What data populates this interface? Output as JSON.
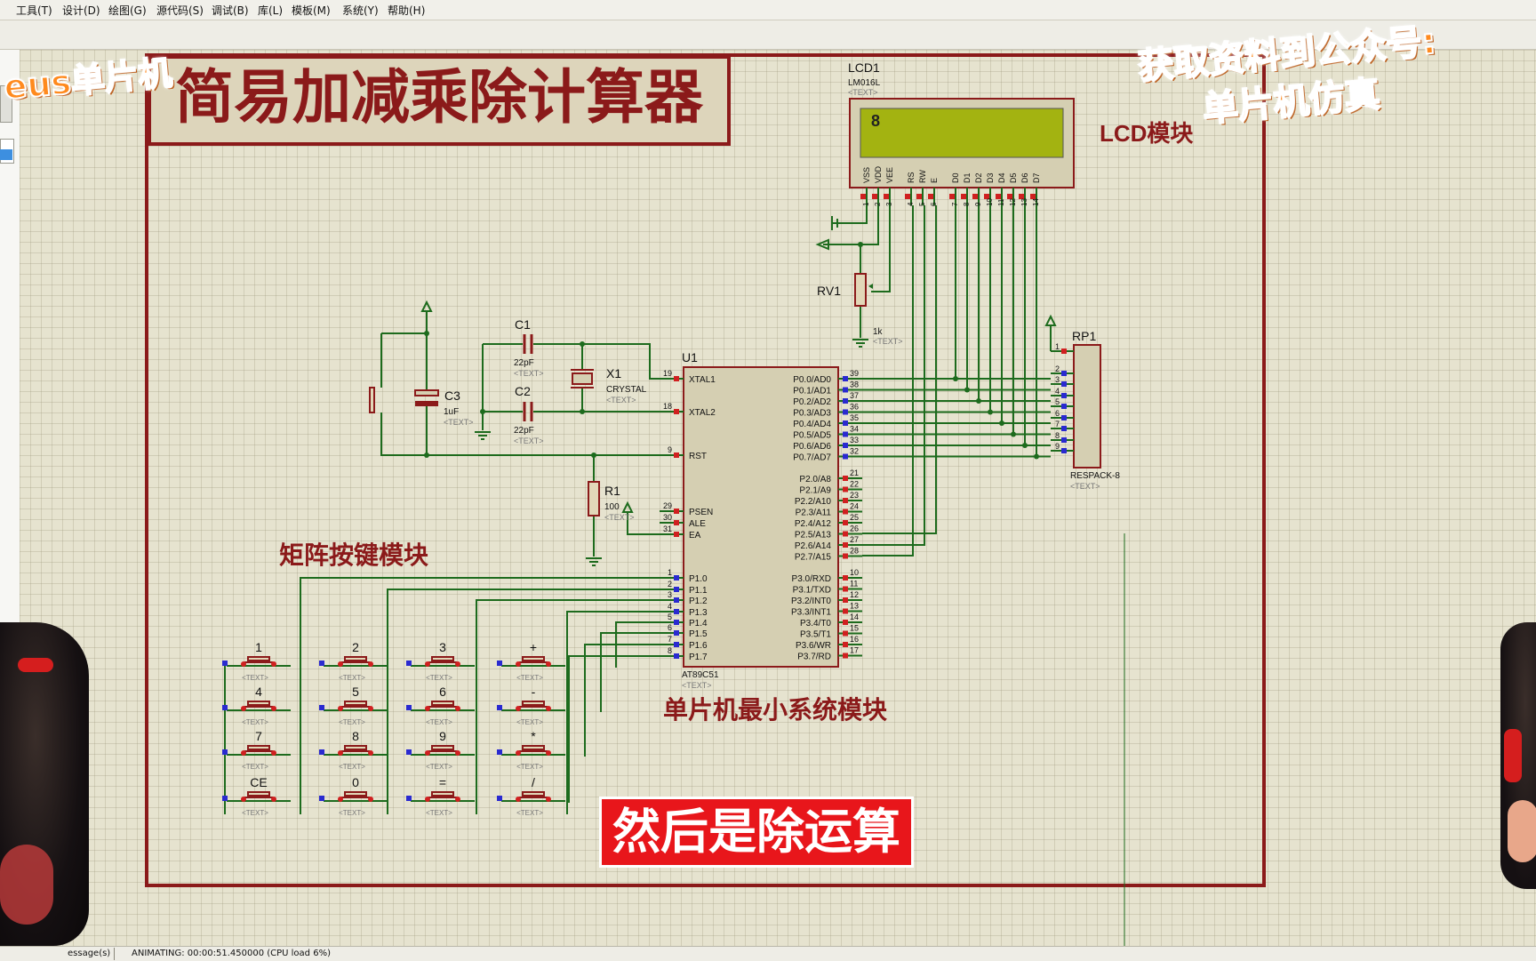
{
  "menubar": {
    "items": [
      "工具(T)",
      "设计(D)",
      "绘图(G)",
      "源代码(S)",
      "调试(B)",
      "库(L)",
      "模板(M)",
      "系统(Y)",
      "帮助(H)"
    ]
  },
  "overlays": {
    "top_left_badge": "eus单片机",
    "top_right_line1": "获取资料到公众号:",
    "top_right_line2": "单片机仿真",
    "subtitle": "然后是除运算"
  },
  "schematic": {
    "title": "简易加减乘除计算器",
    "lcd_module_label": "LCD模块",
    "keypad_module_label": "矩阵按键模块",
    "mcu_module_label": "单片机最小系统模块",
    "text_placeholder": "<TEXT>",
    "lcd": {
      "ref": "LCD1",
      "part": "LM016L",
      "display_char": "8",
      "pin_names": [
        "VSS",
        "VDD",
        "VEE",
        "RS",
        "RW",
        "E",
        "D0",
        "D1",
        "D2",
        "D3",
        "D4",
        "D5",
        "D6",
        "D7"
      ],
      "pin_numbers": [
        "1",
        "2",
        "3",
        "4",
        "5",
        "6",
        "7",
        "8",
        "9",
        "10",
        "11",
        "12",
        "13",
        "14"
      ]
    },
    "rv1": {
      "ref": "RV1",
      "value": "1k"
    },
    "c1": {
      "ref": "C1",
      "value": "22pF"
    },
    "c2": {
      "ref": "C2",
      "value": "22pF"
    },
    "c3": {
      "ref": "C3",
      "value": "1uF"
    },
    "x1": {
      "ref": "X1",
      "value": "CRYSTAL"
    },
    "r1": {
      "ref": "R1",
      "value": "100"
    },
    "rp1": {
      "ref": "RP1",
      "part": "RESPACK-8",
      "pin_numbers": [
        "1",
        "2",
        "3",
        "4",
        "5",
        "6",
        "7",
        "8",
        "9"
      ]
    },
    "u1": {
      "ref": "U1",
      "part": "AT89C51",
      "left_pins": [
        {
          "num": "19",
          "name": "XTAL1"
        },
        {
          "num": "18",
          "name": "XTAL2"
        },
        {
          "num": "9",
          "name": "RST"
        },
        {
          "num": "29",
          "name": "PSEN"
        },
        {
          "num": "30",
          "name": "ALE"
        },
        {
          "num": "31",
          "name": "EA"
        },
        {
          "num": "1",
          "name": "P1.0"
        },
        {
          "num": "2",
          "name": "P1.1"
        },
        {
          "num": "3",
          "name": "P1.2"
        },
        {
          "num": "4",
          "name": "P1.3"
        },
        {
          "num": "5",
          "name": "P1.4"
        },
        {
          "num": "6",
          "name": "P1.5"
        },
        {
          "num": "7",
          "name": "P1.6"
        },
        {
          "num": "8",
          "name": "P1.7"
        }
      ],
      "right_pins": [
        {
          "num": "39",
          "name": "P0.0/AD0"
        },
        {
          "num": "38",
          "name": "P0.1/AD1"
        },
        {
          "num": "37",
          "name": "P0.2/AD2"
        },
        {
          "num": "36",
          "name": "P0.3/AD3"
        },
        {
          "num": "35",
          "name": "P0.4/AD4"
        },
        {
          "num": "34",
          "name": "P0.5/AD5"
        },
        {
          "num": "33",
          "name": "P0.6/AD6"
        },
        {
          "num": "32",
          "name": "P0.7/AD7"
        },
        {
          "num": "21",
          "name": "P2.0/A8"
        },
        {
          "num": "22",
          "name": "P2.1/A9"
        },
        {
          "num": "23",
          "name": "P2.2/A10"
        },
        {
          "num": "24",
          "name": "P2.3/A11"
        },
        {
          "num": "25",
          "name": "P2.4/A12"
        },
        {
          "num": "26",
          "name": "P2.5/A13"
        },
        {
          "num": "27",
          "name": "P2.6/A14"
        },
        {
          "num": "28",
          "name": "P2.7/A15"
        },
        {
          "num": "10",
          "name": "P3.0/RXD"
        },
        {
          "num": "11",
          "name": "P3.1/TXD"
        },
        {
          "num": "12",
          "name": "P3.2/INT0"
        },
        {
          "num": "13",
          "name": "P3.3/INT1"
        },
        {
          "num": "14",
          "name": "P3.4/T0"
        },
        {
          "num": "15",
          "name": "P3.5/T1"
        },
        {
          "num": "16",
          "name": "P3.6/WR"
        },
        {
          "num": "17",
          "name": "P3.7/RD"
        }
      ]
    },
    "keypad_keys": [
      "1",
      "2",
      "3",
      "+",
      "4",
      "5",
      "6",
      "-",
      "7",
      "8",
      "9",
      "*",
      "CE",
      "0",
      "=",
      "/"
    ]
  },
  "statusbar": {
    "messages": "essage(s)",
    "animating": "ANIMATING: 00:00:51.450000 (CPU load 6%)"
  },
  "colors": {
    "wire": "#1d6b1d",
    "border": "#8b1a1a",
    "component_fill": "#d5cfb2",
    "lcd_screen": "#a3b311",
    "pin_red": "#d02020",
    "pin_blue": "#2a2ad0",
    "subtitle_bg": "#e8161b"
  }
}
